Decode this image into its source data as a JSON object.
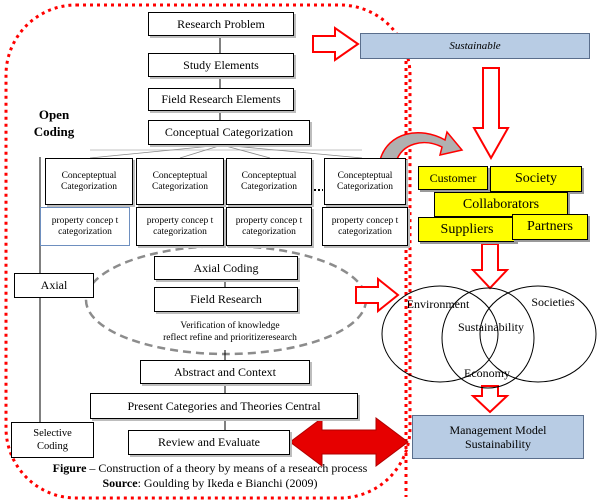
{
  "flow": {
    "research_problem": "Research Problem",
    "study_elements": "Study Elements",
    "field_research_elements": "Field Research Elements",
    "conceptual_categorization": "Conceptual Categorization",
    "concept_cat_1": "Concepteptual Categorization",
    "concept_cat_2": "Concepteptual Categorization",
    "concept_cat_3": "Concepteptual Categorization",
    "concept_cat_4": "Concepteptual Categorization",
    "property_1": "property concep t categorization",
    "property_2": "property concep t categorization",
    "property_3": "property concep t categorization",
    "property_4": "property concep t categorization",
    "axial_coding": "Axial Coding",
    "field_research": "Field Research",
    "verification_line1": "Verification of knowledge",
    "verification_line2": "reflect refine and prioritizeresearch",
    "abstract_context": "Abstract and Context",
    "present_categories": "Present Categories and Theories Central",
    "review_evaluate": "Review and Evaluate"
  },
  "side_labels": {
    "open_coding_line1": "Open",
    "open_coding_line2": "Coding",
    "axial": "Axial",
    "selective_line1": "Selective",
    "selective_line2": "Coding"
  },
  "right": {
    "sustainable": "Sustainable",
    "customer": "Customer",
    "society": "Society",
    "collaborators": "Collaborators",
    "suppliers": "Suppliers",
    "partners": "Partners",
    "environment": "Environment",
    "societies": "Societies",
    "sustainability": "Sustainability",
    "economy": "Economy",
    "model_line1": "Management Model",
    "model_line2": "Sustainability"
  },
  "caption": {
    "figure_label": "Figure",
    "figure_text": " – Construction of a theory by means of a research process",
    "source_label": "Source",
    "source_text": ": Goulding by Ikeda e Bianchi (2009)"
  },
  "colors": {
    "red": "#ff0000",
    "yellow": "#ffff00",
    "blue_box": "#b8cce4",
    "gray_arrow": "#b0b0b0",
    "dashed_gray": "#8c8c8c"
  }
}
